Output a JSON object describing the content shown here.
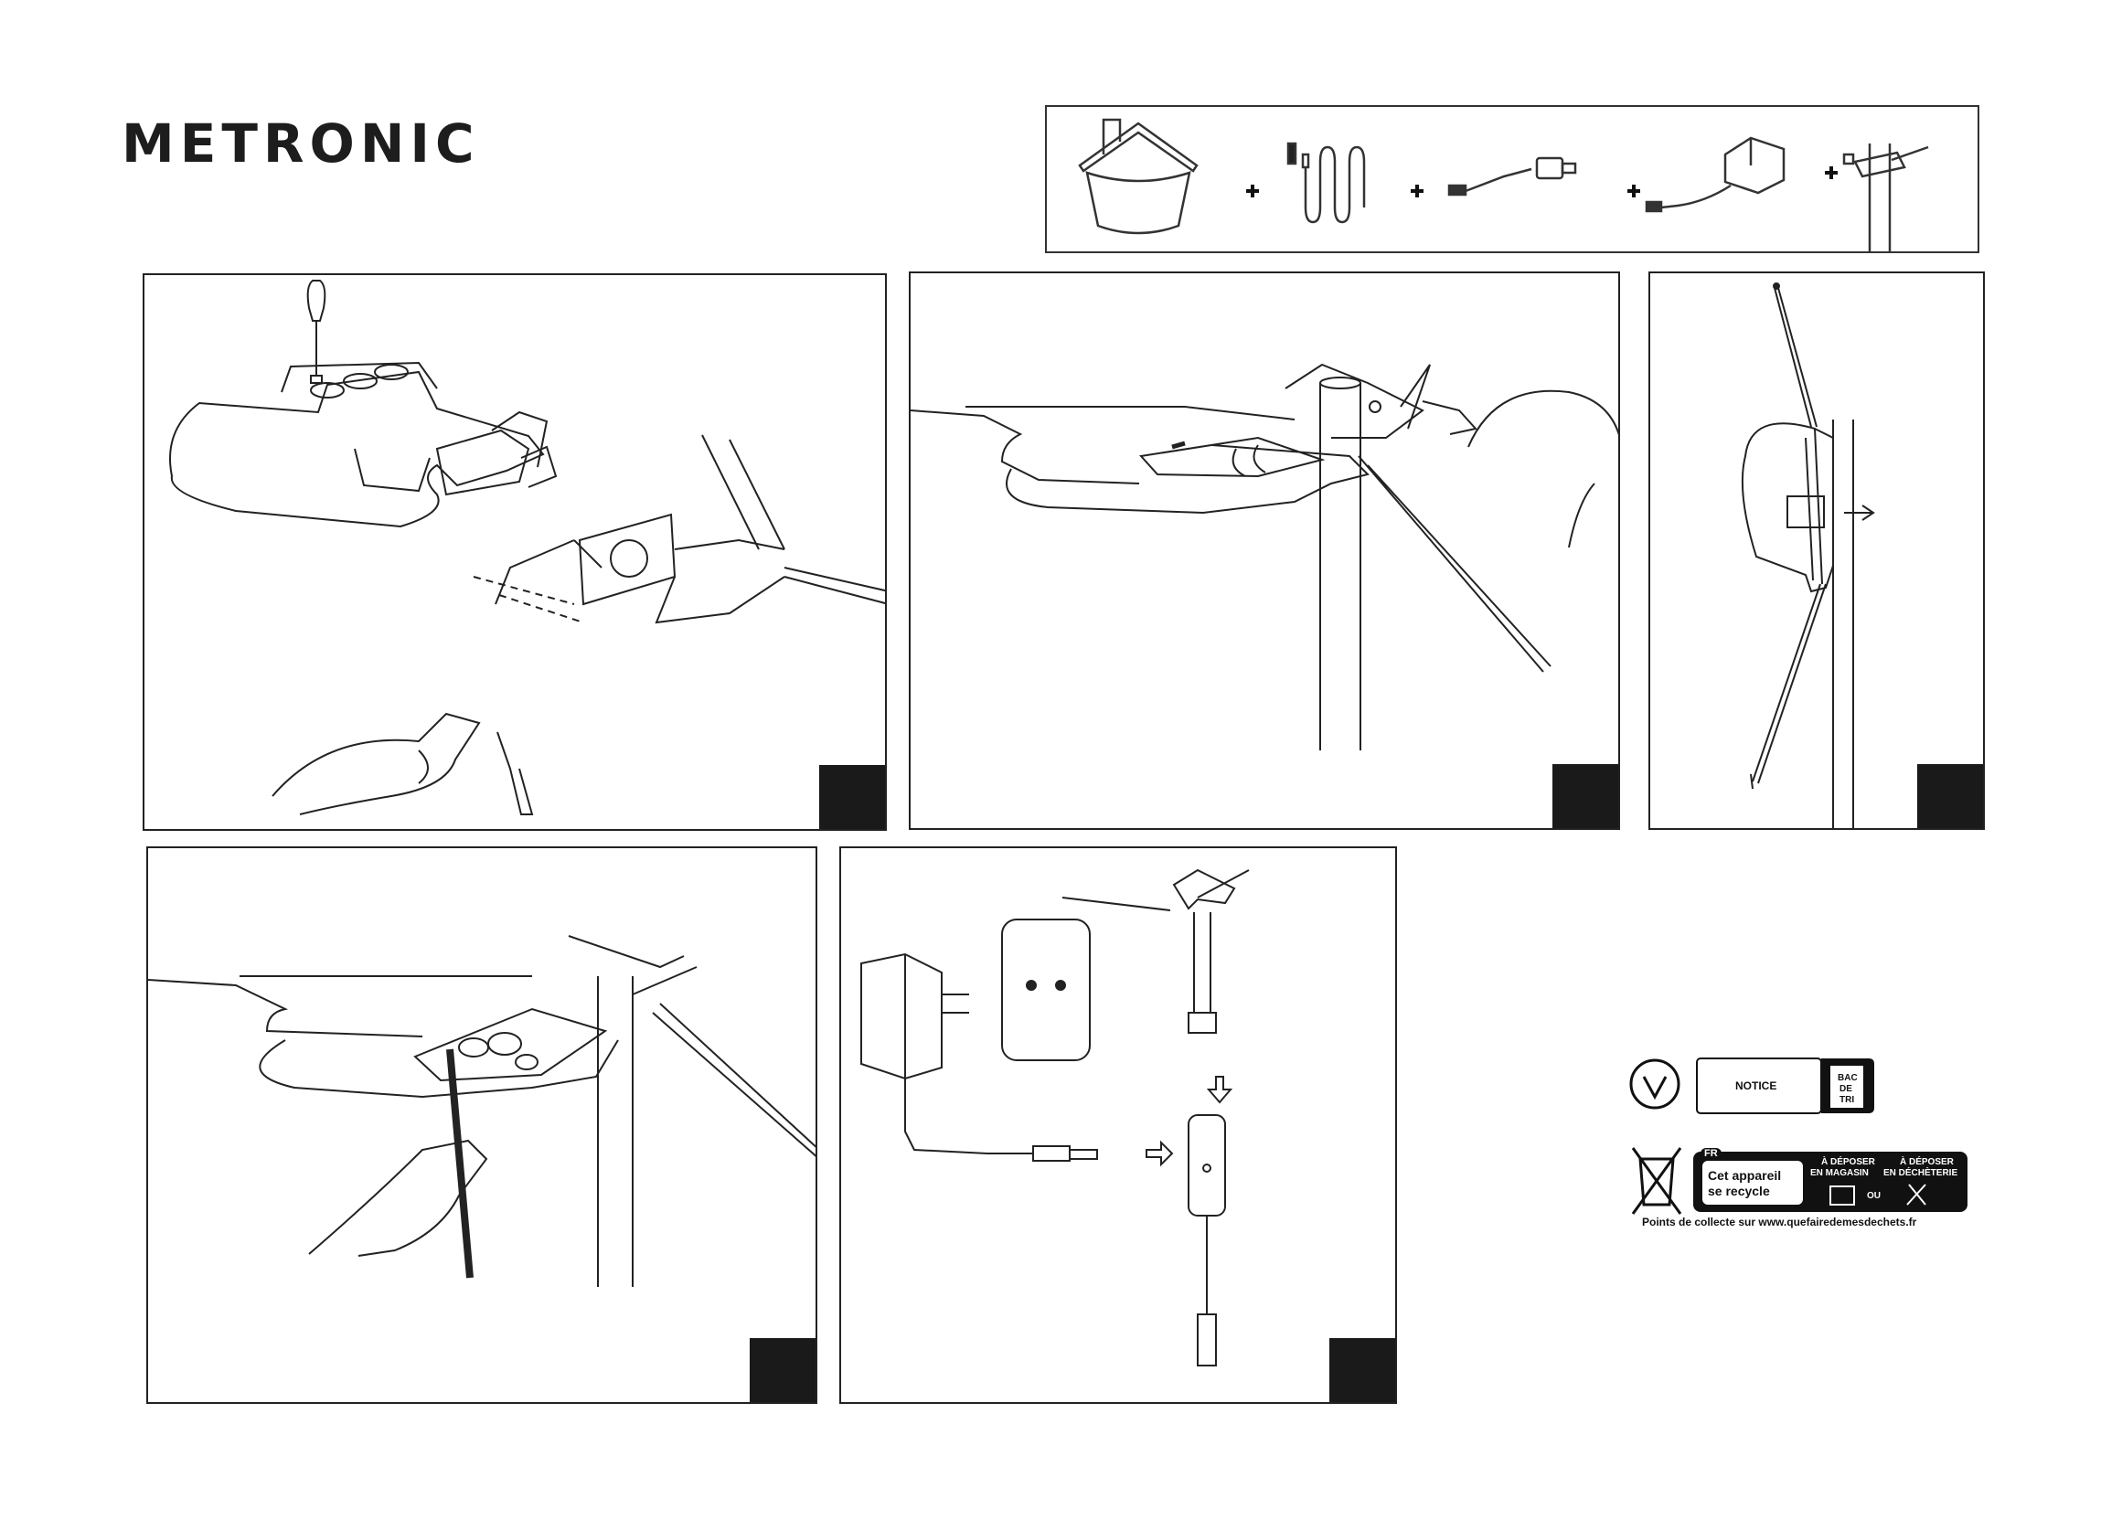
{
  "brand": {
    "logo_text": "METRONIC"
  },
  "kit": {
    "plus_sign": "+",
    "items": [
      "antenna-head-icon",
      "cable-icon",
      "amplifier-icon",
      "power-adapter-icon",
      "mounting-bracket-icon"
    ]
  },
  "steps": {
    "count": 5
  },
  "recycling": {
    "notice_label": "NOTICE",
    "bin_label_1": "BAC",
    "bin_label_2": "DE",
    "bin_label_3": "TRI",
    "country": "FR",
    "device_text_1": "Cet appareil",
    "device_text_2": "se recycle",
    "store_label_1": "À DÉPOSER",
    "store_label_2": "EN MAGASIN",
    "or_label": "OU",
    "dump_label_1": "À DÉPOSER",
    "dump_label_2": "EN DÉCHÈTERIE",
    "collect_points": "Points de collecte sur www.quefairedemesdechets.fr"
  },
  "colors": {
    "ink": "#1a1a1a",
    "line": "#333333",
    "background": "#ffffff"
  }
}
